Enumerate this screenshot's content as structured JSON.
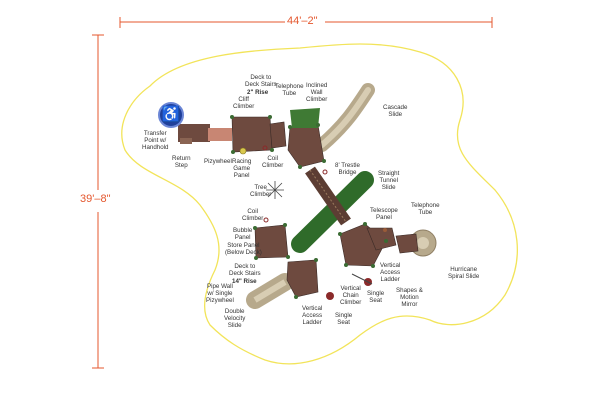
{
  "dimensions": {
    "width": "44'–2\"",
    "height": "39'–8\""
  },
  "icons": {
    "accessibility": "wheelchair-icon"
  },
  "colors": {
    "boundary": "#f2e45a",
    "dimension": "#e4572e",
    "deck": "#6e4a3f",
    "tube": "#2f6b2a",
    "slide": "#b7a98c",
    "post": "#3b6b33"
  },
  "labels": {
    "transfer": "Transfer\nPoint w/\nHandhold",
    "return_step": "Return\nStep",
    "pizywheel": "Pizywheel",
    "cliff": "Cliff\nClimber",
    "deck_stairs_2": "Deck to\nDeck Stairs",
    "rise_2": "2\" Rise",
    "telephone_tube_top": "Telephone\nTube",
    "inclined_wall": "Inclined\nWall\nClimber",
    "cascade": "Cascade\nSlide",
    "racing_game": "Racing\nGame\nPanel",
    "coil_climber_top": "Coil\nClimber",
    "trestle": "8' Trestle\nBridge",
    "straight_tunnel": "Straight\nTunnel\nSlide",
    "tree_climber": "Tree\nClimber",
    "coil_climber_left": "Coil\nClimber",
    "telescope": "Telescope\nPanel",
    "telephone_tube_right": "Telephone\nTube",
    "bubble_panel": "Bubble\nPanel",
    "store_panel": "Store Panel\n(Below Deck)",
    "deck_stairs_14": "Deck to\nDeck Stairs",
    "rise_14": "14\" Rise",
    "vertical_access_right": "Vertical\nAccess\nLadder",
    "hurricane": "Hurricane\nSpiral Slide",
    "shapes_mirror": "Shapes &\nMotion\nMirror",
    "single_seat_right": "Single\nSeat",
    "pipe_wall": "Pipe Wall\nw/ Single\nPizywheel",
    "vertical_chain": "Vertical\nChain\nClimber",
    "double_velocity": "Double\nVelocity\nSlide",
    "vertical_access_bottom": "Vertical\nAccess\nLadder",
    "single_seat_bottom": "Single\nSeat"
  }
}
